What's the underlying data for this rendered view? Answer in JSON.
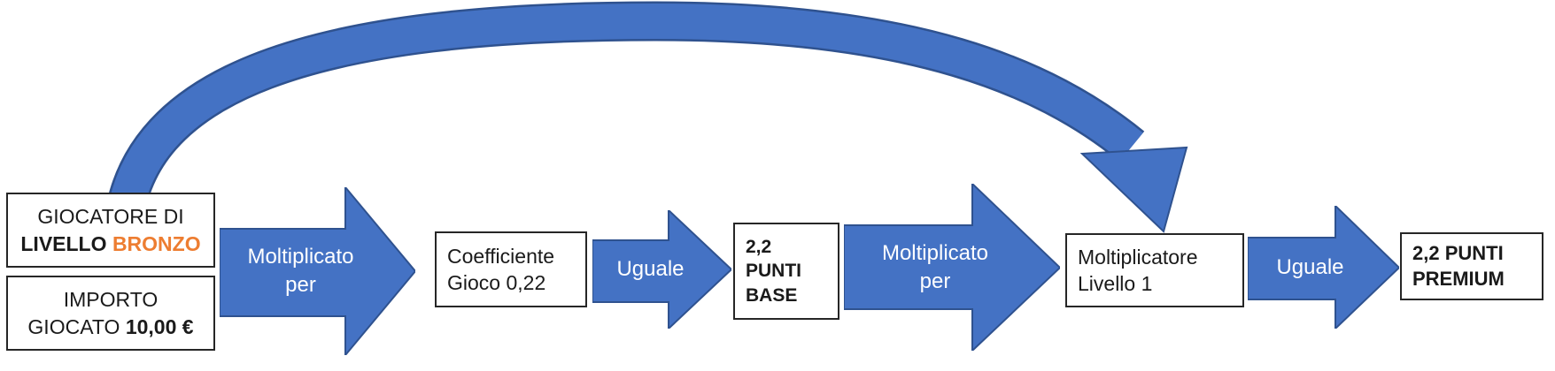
{
  "colors": {
    "arrow_fill": "#4472C4",
    "arrow_border": "#2F528F",
    "accent_orange": "#ED7D31",
    "box_border": "#262626",
    "box_text": "#1a1a1a",
    "arrow_text": "#ffffff",
    "background": "#ffffff"
  },
  "boxes": {
    "giocatore": {
      "line1": "GIOCATORE DI",
      "level_label": "LIVELLO",
      "level_value": "BRONZO"
    },
    "importo": {
      "line1": "IMPORTO",
      "line2_label": "GIOCATO",
      "line2_value": "10,00 €"
    },
    "coefficiente": {
      "line1": "Coefficiente",
      "line2": "Gioco 0,22"
    },
    "punti_base": {
      "line1": "2,2",
      "line2": "PUNTI",
      "line3": "BASE"
    },
    "moltiplicatore": {
      "line1": "Moltiplicatore",
      "line2": "Livello 1"
    },
    "punti_premium": {
      "line1": "2,2 PUNTI",
      "line2": "PREMIUM"
    }
  },
  "arrows": {
    "multiply1": {
      "line1": "Moltiplicato",
      "line2": "per"
    },
    "equals1": {
      "label": "Uguale"
    },
    "multiply2": {
      "line1": "Moltiplicato",
      "line2": "per"
    },
    "equals2": {
      "label": "Uguale"
    }
  }
}
